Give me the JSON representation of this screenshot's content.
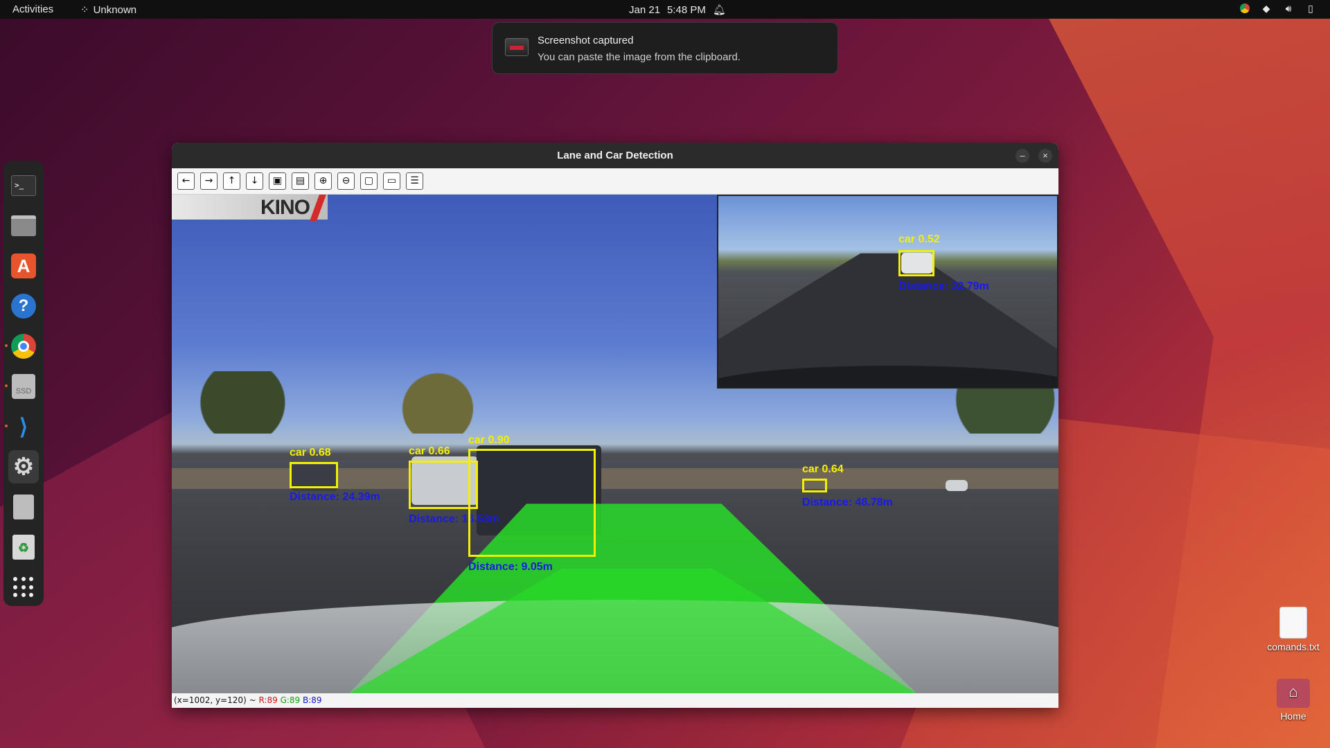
{
  "topbar": {
    "activities": "Activities",
    "app_name": "Unknown",
    "date": "Jan 21",
    "time": "5:48 PM"
  },
  "notification": {
    "title": "Screenshot captured",
    "body": "You can paste the image from the clipboard."
  },
  "window": {
    "title": "Lane and Car Detection",
    "minimize": "–",
    "close": "×",
    "toolbar_icons": [
      "arrow-left-icon",
      "arrow-right-icon",
      "arrow-up-icon",
      "arrow-down-icon",
      "image-icon",
      "image-settings-icon",
      "zoom-in-icon",
      "zoom-out-icon",
      "save-icon",
      "clipboard-icon",
      "properties-icon"
    ],
    "status": {
      "coords": "(x=1002, y=120) ~",
      "r": "R:89",
      "g": "G:89",
      "b": "B:89"
    }
  },
  "video": {
    "logo": "KINO",
    "detections": [
      {
        "label": "car 0.68",
        "distance": "Distance: 24.39m"
      },
      {
        "label": "car 0.66",
        "distance": "Distance: 16.53m"
      },
      {
        "label": "car 0.90",
        "distance": "Distance: 9.05m"
      },
      {
        "label": "car 0.64",
        "distance": "Distance: 48.78m"
      }
    ],
    "inset_detection": {
      "label": "car 0.52",
      "distance": "Distance: 32.79m"
    }
  },
  "dock": {
    "items": [
      "terminal-icon",
      "files-icon",
      "app-center-icon",
      "help-icon",
      "chrome-icon",
      "ssd-icon",
      "vscode-icon",
      "settings-icon",
      "text-editor-icon",
      "trash-icon",
      "app-grid-icon"
    ]
  },
  "desktop": {
    "file1": "comands.txt",
    "home": "Home"
  },
  "colors": {
    "detection_box": "#f4f000",
    "distance_text": "#1a1ae8",
    "lane_fill": "#28dc28"
  }
}
